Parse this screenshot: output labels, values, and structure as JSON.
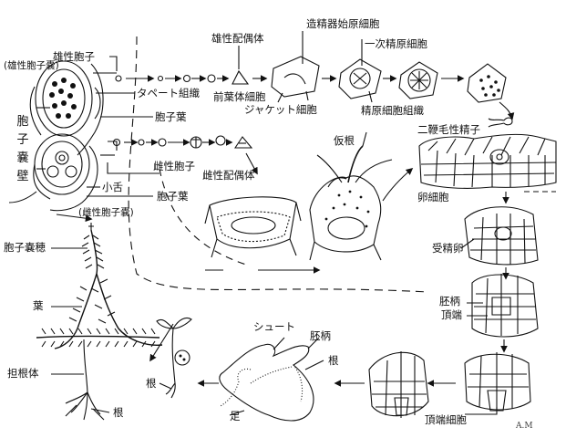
{
  "labels": {
    "male_spore": "雄性胞子",
    "male_sporangium": "(雄性胞子嚢)",
    "tapetum": "タペート組織",
    "sporophyll_upper": "胞子葉",
    "female_spore": "雌性胞子",
    "ligule": "小舌",
    "sporophyll_lower": "胞子葉",
    "female_sporangium": "(雌性胞子嚢)",
    "sporangium_wall_1": "胞",
    "sporangium_wall_2": "子",
    "sporangium_wall_3": "嚢",
    "sporangium_wall_4": "壁",
    "male_gametophyte": "雄性配偶体",
    "prothallial_cell": "前葉体細胞",
    "jacket_cell": "ジャケット細胞",
    "spermatogenous_initial": "造精器始原細胞",
    "primary_spermatogenous": "一次精原細胞",
    "spermatogenous_tissue": "精原細胞組織",
    "biflagellate_sperm": "二鞭毛性精子",
    "female_gametophyte": "雌性配偶体",
    "rhizoid": "仮根",
    "egg_cell": "卵細胞",
    "zygote": "受精卵",
    "suspensor_right": "胚柄",
    "apex": "頂端",
    "apical_cell": "頂端細胞",
    "shoot": "シュート",
    "suspensor_embryo": "胚柄",
    "root_embryo": "根",
    "foot": "足",
    "root_seedling": "根",
    "strobilus": "胞子嚢穂",
    "leaf": "葉",
    "rhizophore": "担根体",
    "root_plant": "根",
    "signature": "A.M"
  }
}
